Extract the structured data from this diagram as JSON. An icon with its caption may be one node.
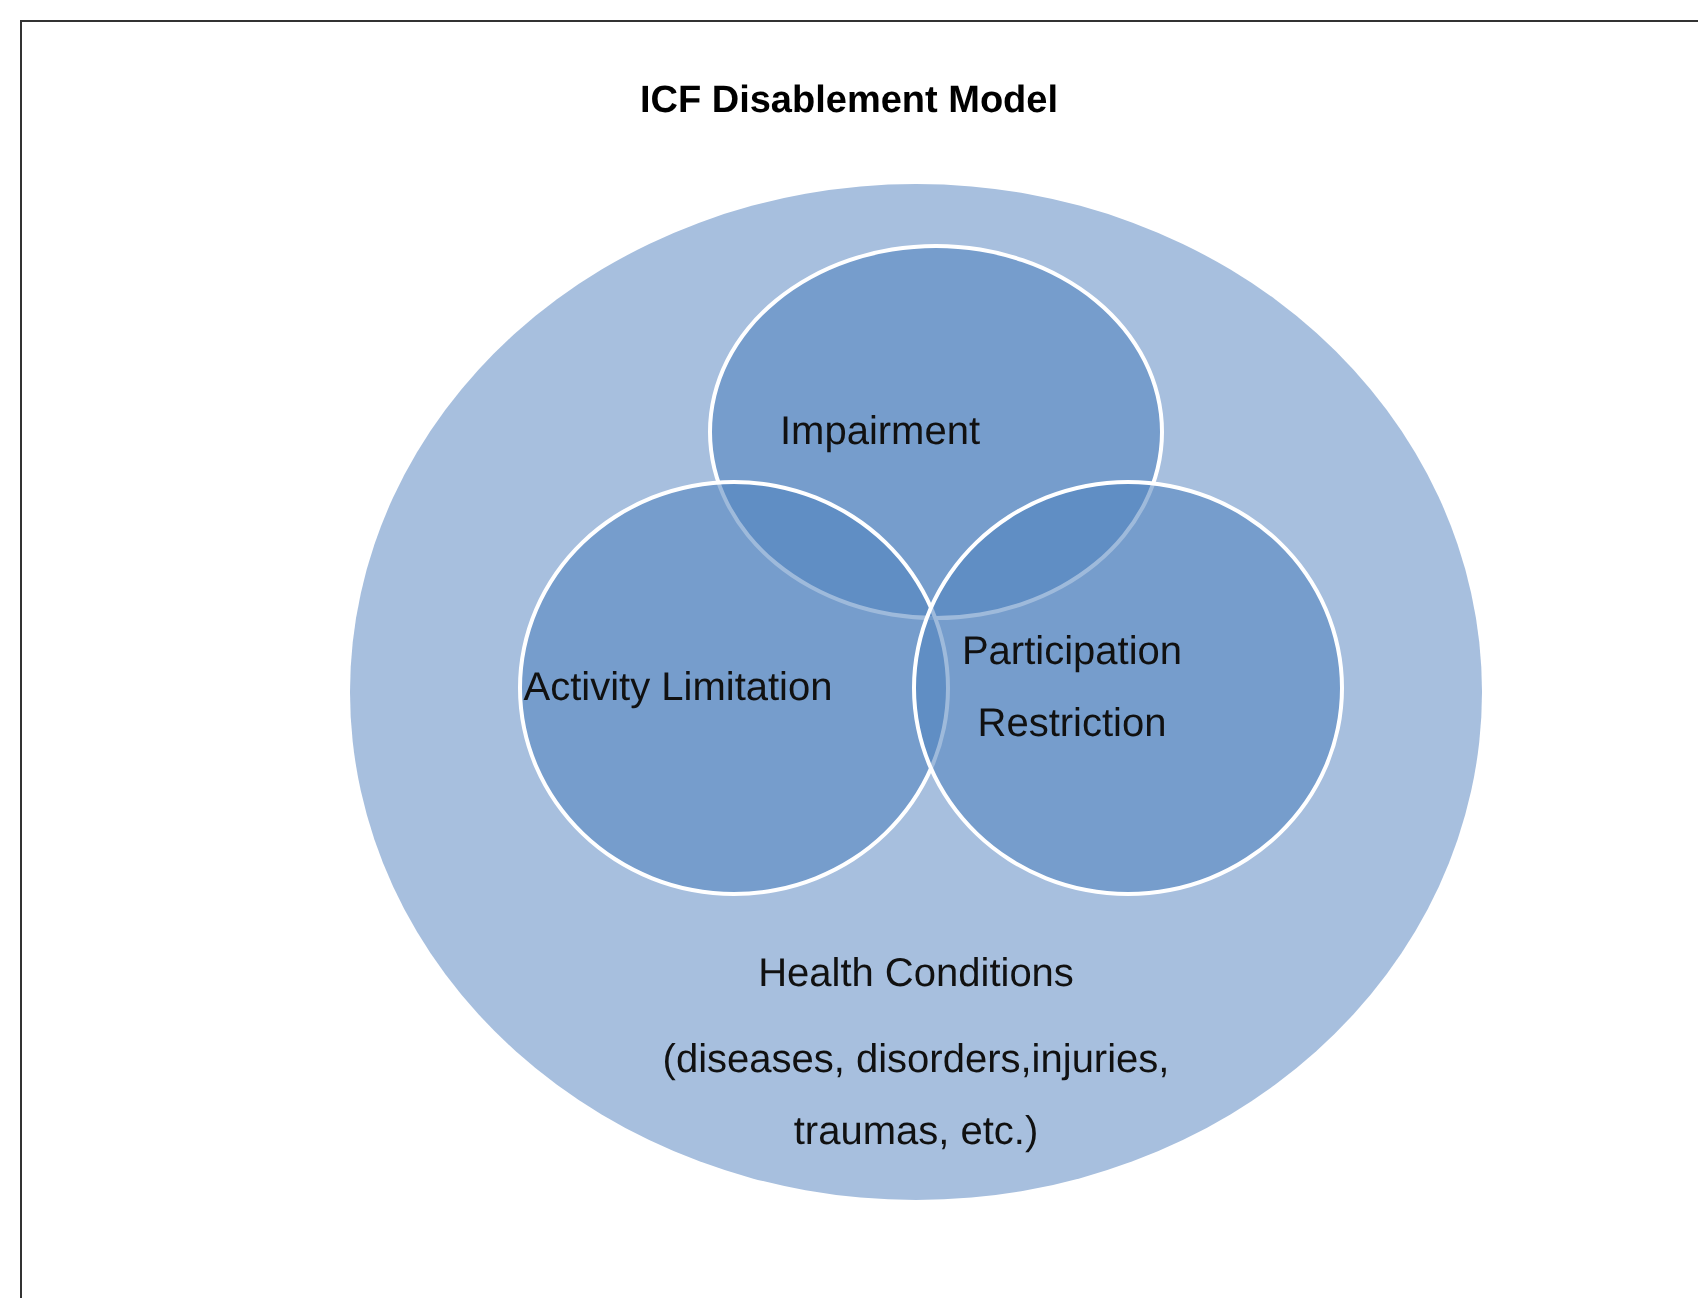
{
  "diagram": {
    "title": "ICF Disablement Model",
    "nodes": [
      {
        "text": [
          "Health Conditions",
          "(diseases, disorders,injuries, traumas, etc.)"
        ]
      },
      {
        "text": [
          "Impairment"
        ],
        "in": 0
      },
      {
        "text": [
          "Activity Limitation"
        ],
        "in": 0
      },
      {
        "text": [
          "Participation Restriction"
        ],
        "in": 0
      }
    ]
  }
}
